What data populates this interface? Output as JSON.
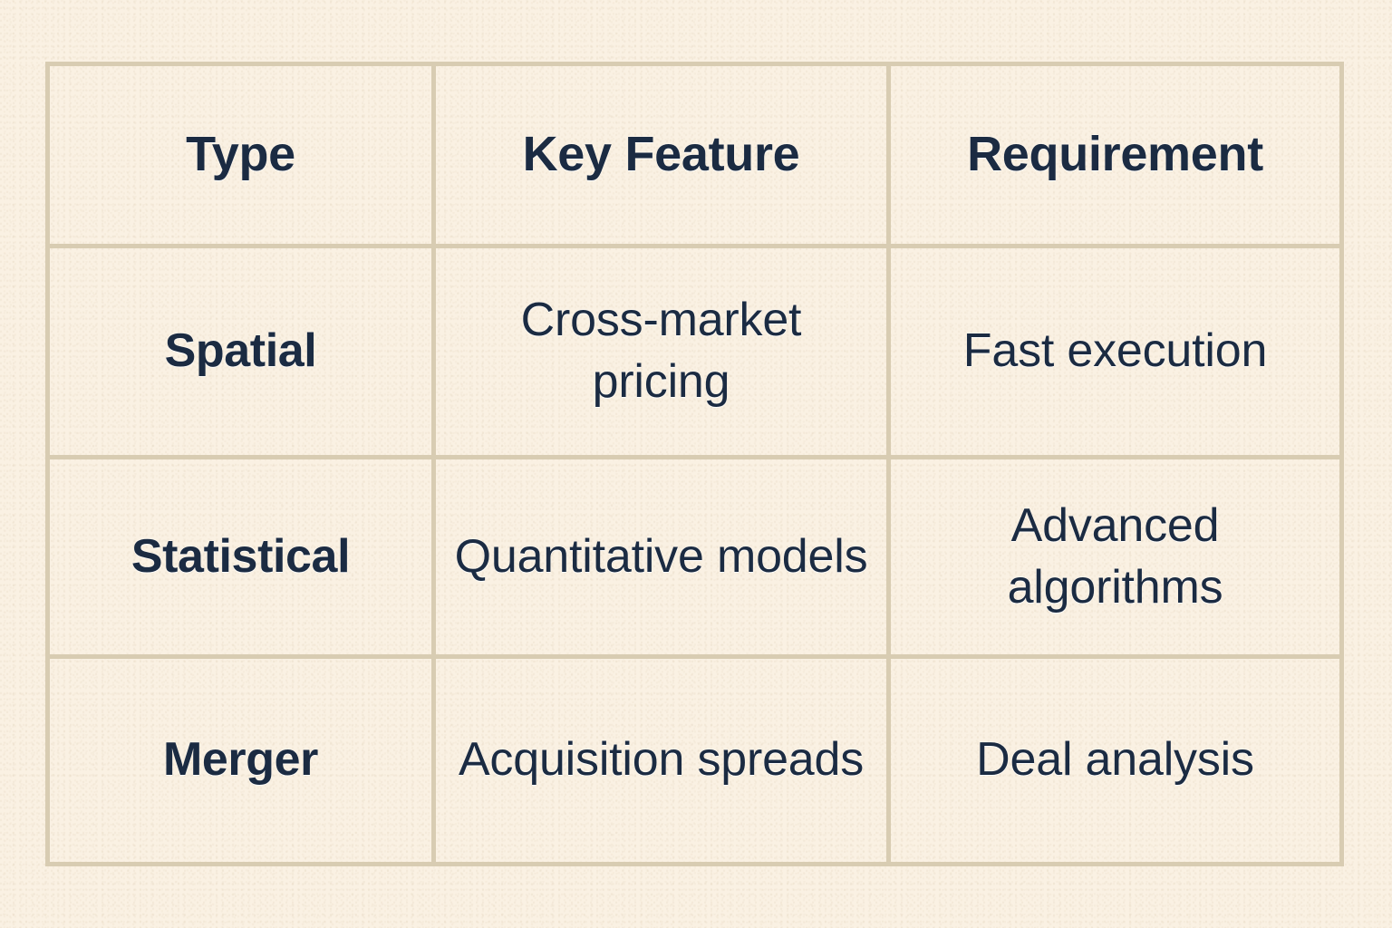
{
  "theme": {
    "page_background": "#faf1e3",
    "cell_background": "#faf1e3",
    "border_color": "#d8ccb2",
    "text_color": "#1b2b42"
  },
  "table": {
    "columns": [
      {
        "key": "type",
        "header": "Type"
      },
      {
        "key": "key_feature",
        "header": "Key Feature"
      },
      {
        "key": "requirement",
        "header": "Requirement"
      }
    ],
    "rows": [
      {
        "type": "Spatial",
        "key_feature": "Cross-market pricing",
        "requirement": "Fast execution"
      },
      {
        "type": "Statistical",
        "key_feature": "Quantitative models",
        "requirement": "Advanced algorithms"
      },
      {
        "type": "Merger",
        "key_feature": "Acquisition spreads",
        "requirement": "Deal analysis"
      }
    ]
  }
}
